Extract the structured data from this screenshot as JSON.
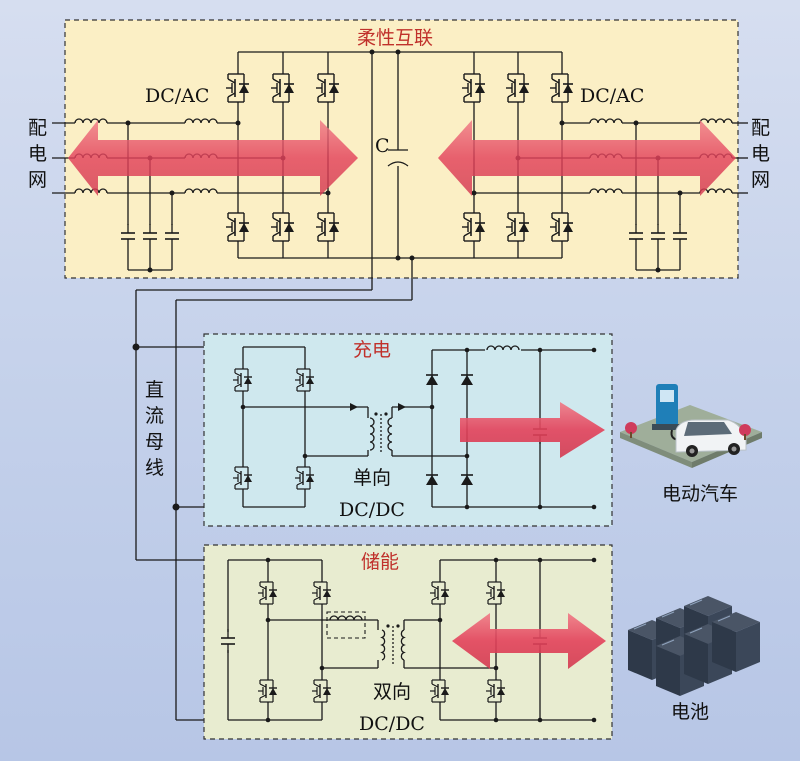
{
  "flexible_interconnect": {
    "title": "柔性互联",
    "converter_left": "DC/AC",
    "converter_right": "DC/AC",
    "capacitor": "C",
    "grid_left": [
      "配",
      "电",
      "网"
    ],
    "grid_right": [
      "配",
      "电",
      "网"
    ]
  },
  "dc_bus": {
    "label": [
      "直",
      "流",
      "母",
      "线"
    ]
  },
  "charging": {
    "title": "充电",
    "converter_line1": "单向",
    "converter_line2": "DC/DC",
    "load_label": "电动汽车"
  },
  "storage": {
    "title": "储能",
    "converter_line1": "双向",
    "converter_line2": "DC/DC",
    "load_label": "电池"
  },
  "colors": {
    "title_red": "#c0312b",
    "arrow_red": "#e8475a",
    "panel_top": "#fbefc5",
    "panel_charge": "#cfe8ee",
    "panel_storage": "#e8ecd0",
    "wire": "#1a1a1a"
  }
}
